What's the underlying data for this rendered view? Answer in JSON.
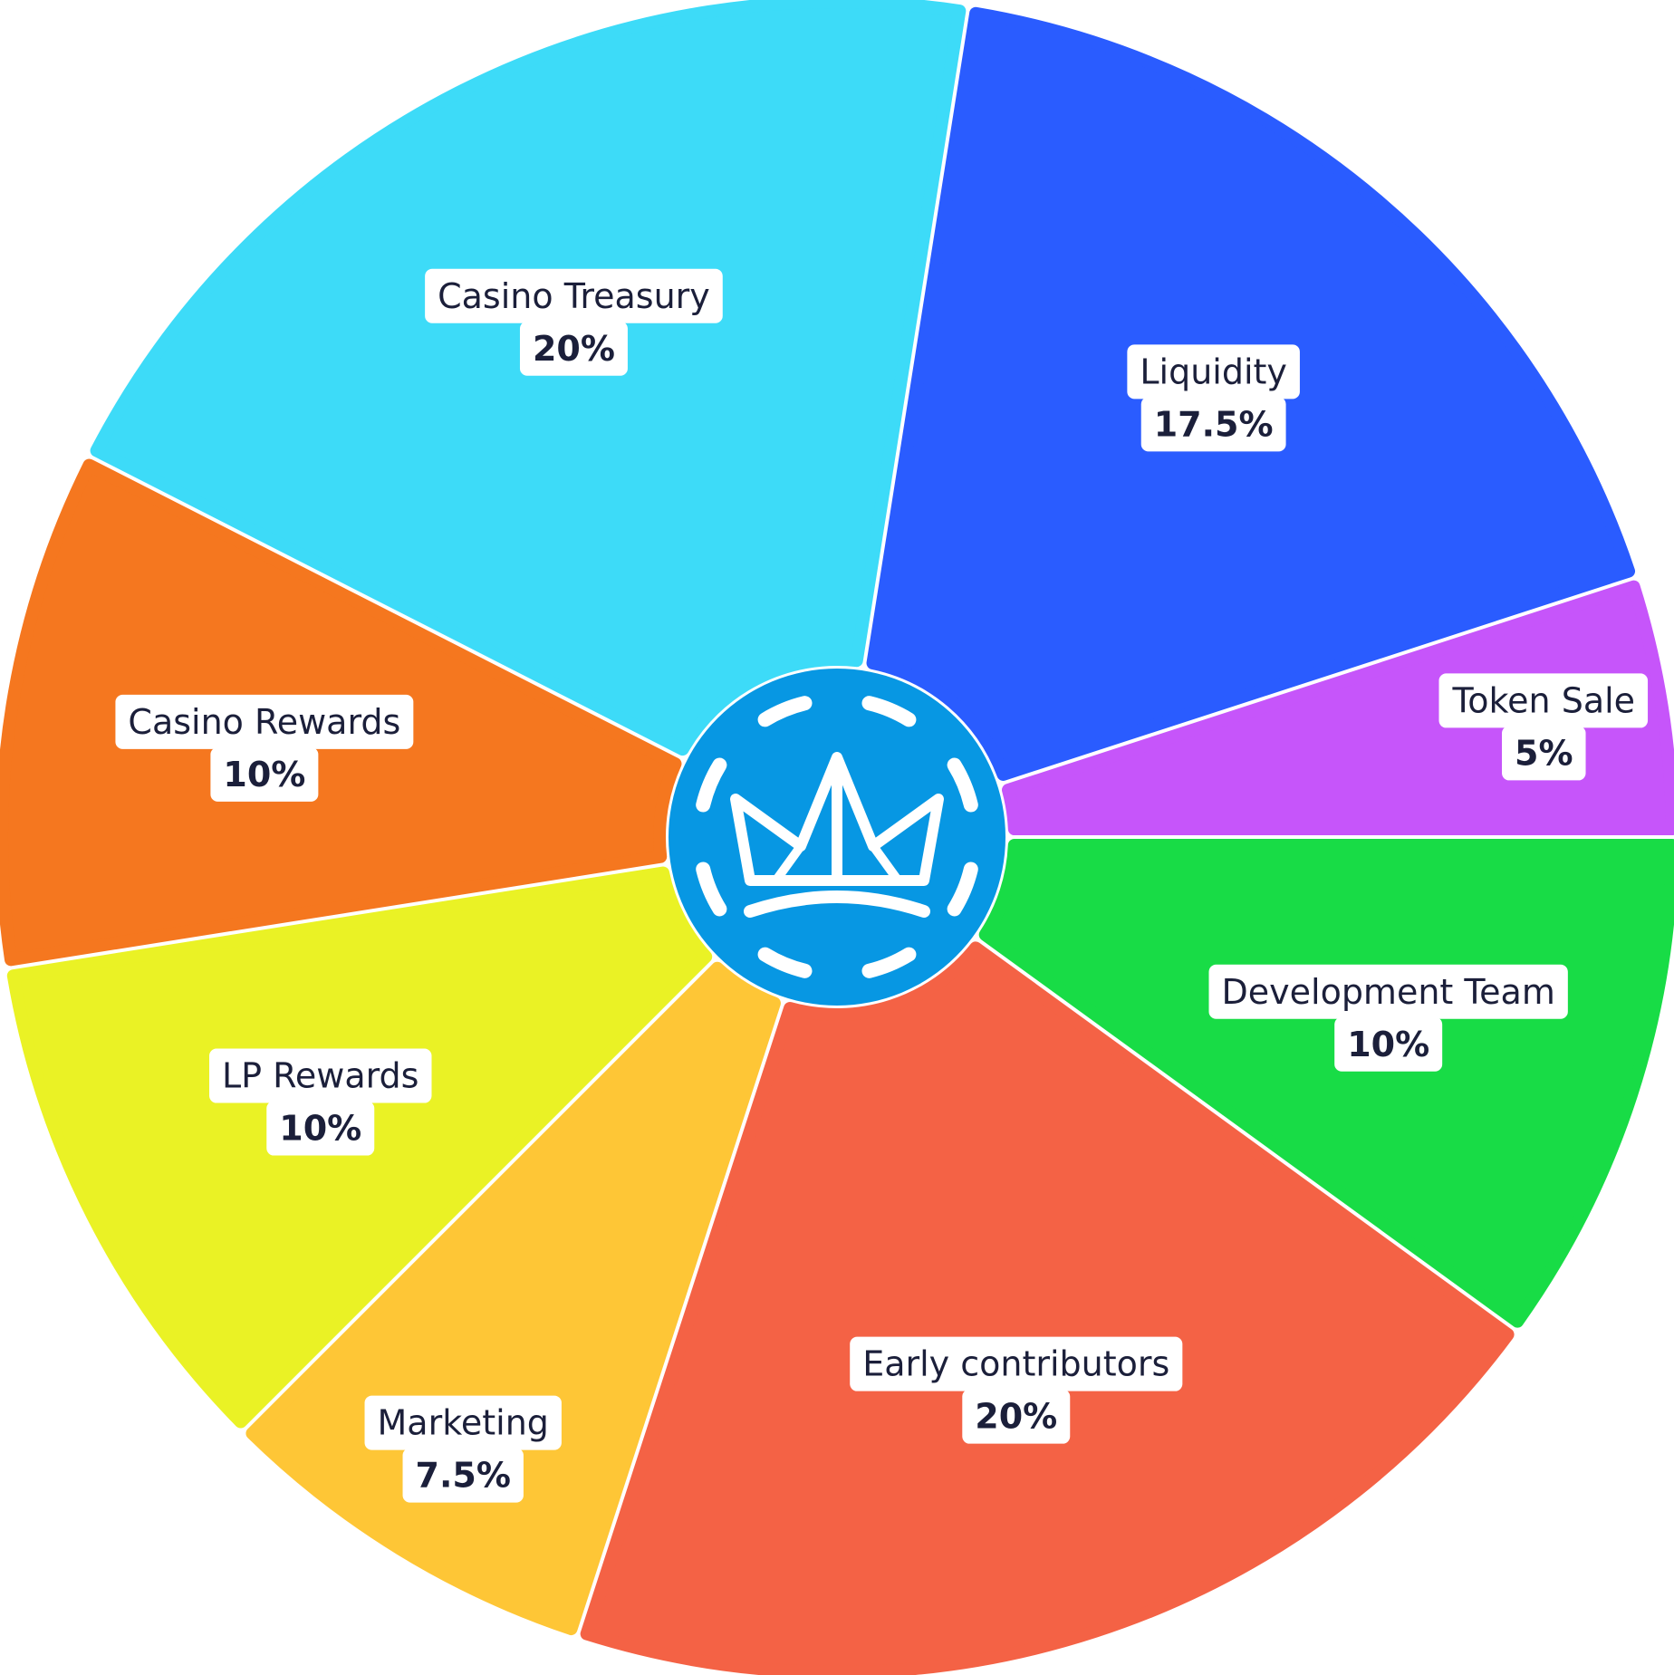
{
  "chart_data": {
    "type": "pie",
    "slices": [
      {
        "label": "Liquidity",
        "value": 17.5,
        "value_label": "17.5%",
        "color": "#2A5CFF"
      },
      {
        "label": "Token Sale",
        "value": 5,
        "value_label": "5%",
        "color": "#C655FA"
      },
      {
        "label": "Development Team",
        "value": 10,
        "value_label": "10%",
        "color": "#18DC46"
      },
      {
        "label": "Early contributors",
        "value": 20,
        "value_label": "20%",
        "color": "#F46245"
      },
      {
        "label": "Marketing",
        "value": 7.5,
        "value_label": "7.5%",
        "color": "#FEC636"
      },
      {
        "label": "LP Rewards",
        "value": 10,
        "value_label": "10%",
        "color": "#EAF225"
      },
      {
        "label": "Casino Rewards",
        "value": 10,
        "value_label": "10%",
        "color": "#F5771F"
      },
      {
        "label": "Casino Treasury",
        "value": 20,
        "value_label": "20%",
        "color": "#3DDBF8"
      }
    ],
    "center_logo": "crown-chip-icon",
    "center_color": "#0797E3"
  }
}
